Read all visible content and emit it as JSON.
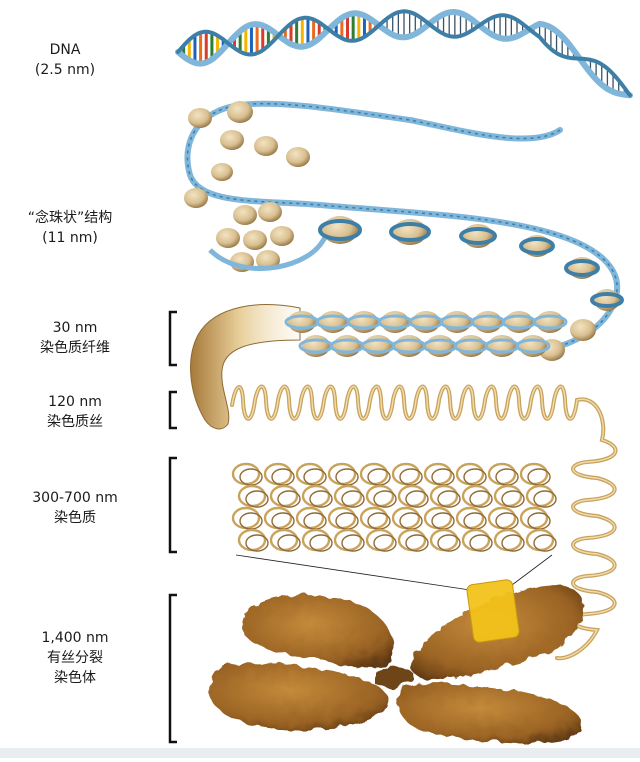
{
  "diagram": {
    "levels": [
      {
        "id": "dna",
        "lines": [
          "DNA",
          "(2.5 nm)"
        ]
      },
      {
        "id": "beads",
        "lines": [
          "“念珠状”结构",
          "(11 nm)"
        ]
      },
      {
        "id": "fiber30",
        "lines": [
          "30 nm",
          "染色质纤维"
        ]
      },
      {
        "id": "fiber120",
        "lines": [
          "120 nm",
          "染色质丝"
        ]
      },
      {
        "id": "chromatin",
        "lines": [
          "300-700 nm",
          "染色质"
        ]
      },
      {
        "id": "chromosome",
        "lines": [
          "1,400 nm",
          "有丝分裂",
          "染色体"
        ]
      }
    ]
  },
  "colors": {
    "backbone": "#7fb6da",
    "backbone_dark": "#3e7fa8",
    "nucleosome": "#d8bf90",
    "nucleosome_dark": "#9a7b4c",
    "fiber": "#c9a35c",
    "chromosome": "#9a6324",
    "chromosome_dark": "#5e3812",
    "highlight_band": "#f2c21a",
    "rung_colors": [
      "#d93a2b",
      "#2e7d32",
      "#f4b400",
      "#1e63b8",
      "#e86b1f"
    ]
  }
}
